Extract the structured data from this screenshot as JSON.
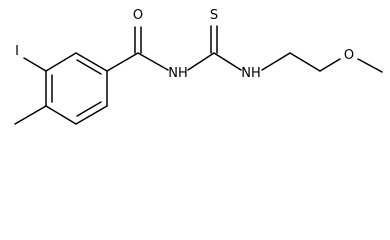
{
  "molecule": {
    "atoms": {
      "carbonyl_oxygen": "O",
      "thione_sulfur": "S",
      "amide_nitrogen": "NH",
      "thioamide_nitrogen": "NH",
      "ether_oxygen": "O",
      "iodine": "I"
    }
  }
}
